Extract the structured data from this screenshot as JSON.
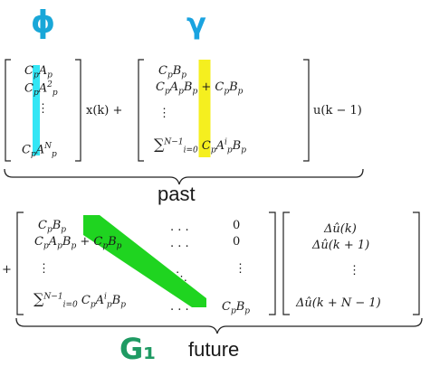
{
  "annotations": {
    "phi": "ϕ",
    "gamma": "γ",
    "g1": "G₁",
    "phi_color": "#19a7d8",
    "gamma_color": "#1aa3e0",
    "g1_color": "#1f9a63"
  },
  "labels": {
    "past": "past",
    "future": "future"
  },
  "highlights": {
    "cyan": "#33e6f5",
    "yellow": "#f5ef1f",
    "green": "#1fd420"
  },
  "top": {
    "row1": "CpAp",
    "row2": "CpAp2",
    "dots": "⋮",
    "rowN": "CpApN",
    "xk": "x(k) +",
    "g_row1": "CpBp",
    "g_row2": "CpApBp + CpBp",
    "g_sum": "∑i=0N−1 CpApiBp",
    "uk": "u(k − 1)"
  },
  "bottom": {
    "plus": "+",
    "c1_r1": "CpBp",
    "c1_r2": "CpApBp + CpBp",
    "c1_sum": "∑i=0N−1 CpApiBp",
    "dots_h": ". . .",
    "zero": "0",
    "corner": "CpBp",
    "du1": "Δû(k)",
    "du2": "Δû(k + 1)",
    "duN": "Δû(k + N − 1)"
  }
}
